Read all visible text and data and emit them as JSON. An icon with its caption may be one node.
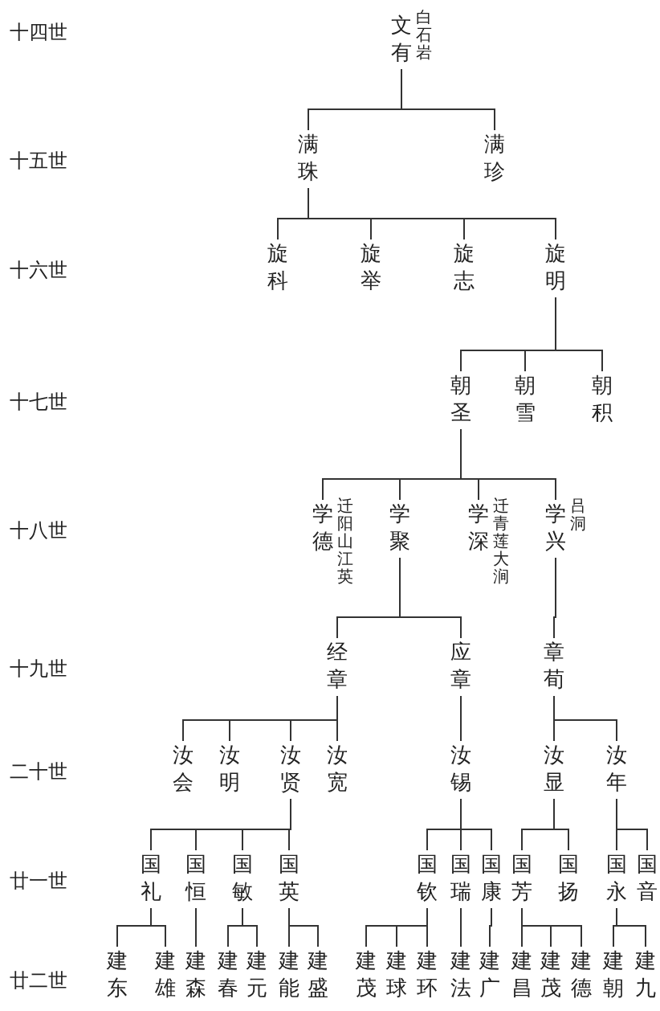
{
  "diagram": {
    "nodes": [
      {
        "text": [
          "文有"
        ],
        "beside": [
          "白石岩"
        ]
      },
      {
        "text": [
          "满珠"
        ]
      },
      {
        "text": [
          "满珍"
        ]
      },
      {
        "text": [
          "旋科"
        ]
      },
      {
        "text": [
          "旋举"
        ]
      },
      {
        "text": [
          "旋志"
        ]
      },
      {
        "text": [
          "旋明"
        ]
      },
      {
        "text": [
          "朝圣"
        ]
      },
      {
        "text": [
          "朝雪"
        ]
      },
      {
        "text": [
          "朝积"
        ]
      },
      {
        "text": [
          "学德"
        ],
        "beside": [
          "迁阳山江英"
        ]
      },
      {
        "text": [
          "学聚"
        ]
      },
      {
        "text": [
          "学深"
        ],
        "beside": [
          "迁青莲大涧"
        ]
      },
      {
        "text": [
          "学兴"
        ],
        "beside": [
          "吕洞"
        ]
      },
      {
        "text": [
          "经章"
        ]
      },
      {
        "text": [
          "应章"
        ]
      },
      {
        "text": [
          "章荀"
        ]
      },
      {
        "text": [
          "汝会"
        ]
      },
      {
        "text": [
          "汝明"
        ]
      },
      {
        "text": [
          "汝贤"
        ]
      },
      {
        "text": [
          "汝宽"
        ]
      },
      {
        "text": [
          "汝锡"
        ]
      },
      {
        "text": [
          "汝显"
        ]
      },
      {
        "text": [
          "汝年"
        ]
      },
      {
        "text": [
          "国礼"
        ]
      },
      {
        "text": [
          "国恒"
        ]
      },
      {
        "text": [
          "国敏"
        ]
      },
      {
        "text": [
          "国英"
        ]
      },
      {
        "text": [
          "国钦"
        ]
      },
      {
        "text": [
          "国瑞"
        ]
      },
      {
        "text": [
          "国康"
        ]
      },
      {
        "text": [
          "国芳"
        ]
      },
      {
        "text": [
          "国扬"
        ]
      },
      {
        "text": [
          "国永"
        ]
      },
      {
        "text": [
          "国音"
        ]
      },
      {
        "text": [
          "建东"
        ]
      },
      {
        "text": [
          "建雄"
        ]
      },
      {
        "text": [
          "建森"
        ]
      },
      {
        "text": [
          "建春"
        ]
      },
      {
        "text": [
          "建元"
        ]
      },
      {
        "text": [
          "建能"
        ]
      },
      {
        "text": [
          "建盛"
        ]
      },
      {
        "text": [
          "建茂"
        ]
      },
      {
        "text": [
          "建球"
        ]
      },
      {
        "text": [
          "建环"
        ]
      },
      {
        "text": [
          "建法"
        ]
      },
      {
        "text": [
          "建广"
        ]
      },
      {
        "text": [
          "建昌"
        ]
      },
      {
        "text": [
          "建茂"
        ]
      },
      {
        "text": [
          "建德"
        ]
      },
      {
        "text": [
          "建朝"
        ]
      },
      {
        "text": [
          "建九"
        ]
      }
    ],
    "edges": [
      {
        "from": 0,
        "to": 1,
        "arrow": "none"
      },
      {
        "from": 0,
        "to": 2,
        "arrow": "none"
      },
      {
        "from": 1,
        "to": 3,
        "arrow": "none"
      },
      {
        "from": 1,
        "to": 4,
        "arrow": "none"
      },
      {
        "from": 1,
        "to": 5,
        "arrow": "none"
      },
      {
        "from": 1,
        "to": 6,
        "arrow": "none"
      },
      {
        "from": 6,
        "to": 7,
        "arrow": "none"
      },
      {
        "from": 6,
        "to": 8,
        "arrow": "none"
      },
      {
        "from": 6,
        "to": 9,
        "arrow": "none"
      },
      {
        "from": 7,
        "to": 10,
        "arrow": "none"
      },
      {
        "from": 7,
        "to": 11,
        "arrow": "none"
      },
      {
        "from": 7,
        "to": 12,
        "arrow": "none"
      },
      {
        "from": 7,
        "to": 13,
        "arrow": "none"
      },
      {
        "from": 11,
        "to": 14,
        "arrow": "none"
      },
      {
        "from": 11,
        "to": 15,
        "arrow": "none"
      },
      {
        "from": 13,
        "to": 16,
        "arrow": "none"
      },
      {
        "from": 14,
        "to": 17,
        "arrow": "none"
      },
      {
        "from": 14,
        "to": 18,
        "arrow": "none"
      },
      {
        "from": 14,
        "to": 19,
        "arrow": "none"
      },
      {
        "from": 14,
        "to": 20,
        "arrow": "none"
      },
      {
        "from": 15,
        "to": 21,
        "arrow": "none"
      },
      {
        "from": 16,
        "to": 22,
        "arrow": "none"
      },
      {
        "from": 16,
        "to": 23,
        "arrow": "none"
      },
      {
        "from": 19,
        "to": 24,
        "arrow": "none"
      },
      {
        "from": 19,
        "to": 25,
        "arrow": "none"
      },
      {
        "from": 19,
        "to": 26,
        "arrow": "none"
      },
      {
        "from": 19,
        "to": 27,
        "arrow": "none"
      },
      {
        "from": 21,
        "to": 28,
        "arrow": "none"
      },
      {
        "from": 21,
        "to": 29,
        "arrow": "none"
      },
      {
        "from": 21,
        "to": 30,
        "arrow": "none"
      },
      {
        "from": 22,
        "to": 31,
        "arrow": "none"
      },
      {
        "from": 22,
        "to": 32,
        "arrow": "none"
      },
      {
        "from": 23,
        "to": 33,
        "arrow": "none"
      },
      {
        "from": 23,
        "to": 34,
        "arrow": "none"
      },
      {
        "from": 24,
        "to": 35,
        "arrow": "none"
      },
      {
        "from": 24,
        "to": 36,
        "arrow": "none"
      },
      {
        "from": 25,
        "to": 37,
        "arrow": "none"
      },
      {
        "from": 26,
        "to": 38,
        "arrow": "none"
      },
      {
        "from": 26,
        "to": 39,
        "arrow": "none"
      },
      {
        "from": 27,
        "to": 40,
        "arrow": "none"
      },
      {
        "from": 27,
        "to": 41,
        "arrow": "none"
      },
      {
        "from": 28,
        "to": 42,
        "arrow": "none"
      },
      {
        "from": 28,
        "to": 43,
        "arrow": "none"
      },
      {
        "from": 28,
        "to": 44,
        "arrow": "none"
      },
      {
        "from": 29,
        "to": 45,
        "arrow": "none"
      },
      {
        "from": 30,
        "to": 46,
        "arrow": "none"
      },
      {
        "from": 31,
        "to": 47,
        "arrow": "none"
      },
      {
        "from": 31,
        "to": 48,
        "arrow": "none"
      },
      {
        "from": 31,
        "to": 49,
        "arrow": "none"
      },
      {
        "from": 33,
        "to": 50,
        "arrow": "none"
      },
      {
        "from": 33,
        "to": 51,
        "arrow": "none"
      }
    ],
    "labels": [
      "十四世",
      "十五世",
      "十六世",
      "十七世",
      "十八世",
      "十九世",
      "二十世",
      "廿一世",
      "廿二世"
    ]
  }
}
